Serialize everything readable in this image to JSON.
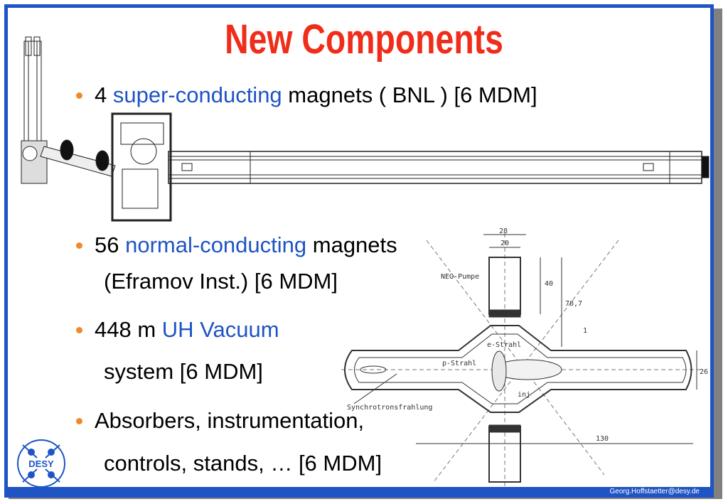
{
  "slide": {
    "title": "New Components",
    "bullets": [
      {
        "pre": "4 ",
        "highlight": "super-conducting",
        "post": " magnets ( BNL ) [6 MDM]"
      },
      {
        "pre": "56 ",
        "highlight": "normal-conducting",
        "post": " magnets",
        "cont": "(Eframov Inst.) [6 MDM]"
      },
      {
        "pre": "448 m ",
        "highlight": "UH Vacuum",
        "post": "",
        "cont": "system [6 MDM]"
      },
      {
        "pre": "Absorbers, instrumentation,",
        "highlight": "",
        "post": "",
        "cont": "controls, stands, … [6 MDM]"
      }
    ],
    "footer": "Georg.Hoffstaetter@desy.de"
  },
  "drawing": {
    "labels": {
      "neg_pumpe": "NEG-Pumpe",
      "e_strahl": "e-Strahl",
      "p_strahl": "p-Strahl",
      "inj": "inj",
      "synchro": "Synchrotronsfrahlung",
      "dim_28": "28",
      "dim_20": "20",
      "dim_40": "40",
      "dim_787": "78,7",
      "dim_1": "1",
      "dim_26": "26",
      "dim_130": "130"
    }
  },
  "logo": {
    "text": "DESY"
  },
  "colors": {
    "title": "#f02c1a",
    "accent": "#1f54c4",
    "bullet": "#f0892a"
  }
}
